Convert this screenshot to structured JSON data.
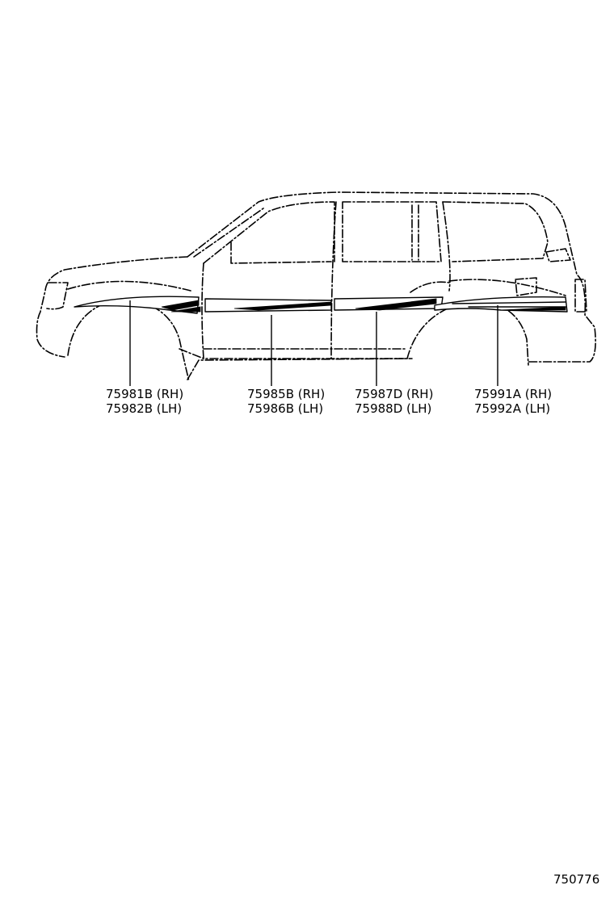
{
  "parts": [
    {
      "rh": "75981B (RH)",
      "lh": "75982B (LH)"
    },
    {
      "rh": "75985B (RH)",
      "lh": "75986B (LH)"
    },
    {
      "rh": "75987D (RH)",
      "lh": "75988D (LH)"
    },
    {
      "rh": "75991A (RH)",
      "lh": "75992A (LH)"
    }
  ],
  "figure_number": "750776"
}
